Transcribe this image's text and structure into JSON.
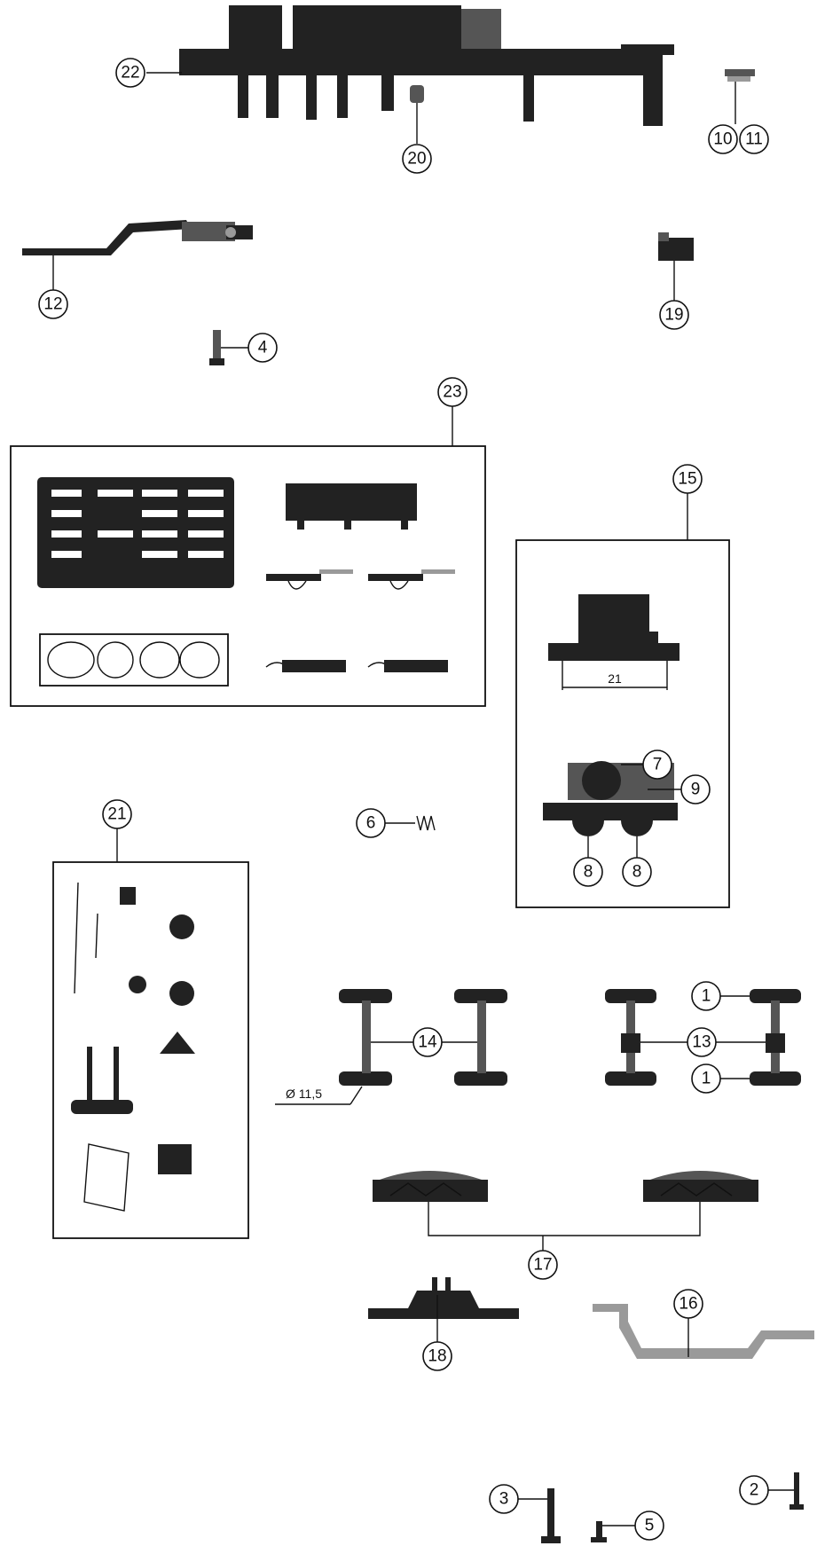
{
  "callouts": {
    "c1a": "1",
    "c1b": "1",
    "c2": "2",
    "c3": "3",
    "c4": "4",
    "c5": "5",
    "c6": "6",
    "c7": "7",
    "c8a": "8",
    "c8b": "8",
    "c9": "9",
    "c10": "10",
    "c11": "11",
    "c12": "12",
    "c13": "13",
    "c14": "14",
    "c15": "15",
    "c16": "16",
    "c17": "17",
    "c18": "18",
    "c19": "19",
    "c20": "20",
    "c21": "21",
    "c22": "22",
    "c23": "23"
  },
  "dimensions": {
    "gear_block_spacing": "21",
    "wheel_diameter": "Ø 11,5"
  },
  "colors": {
    "ink": "#111111",
    "part_dark": "#222222",
    "part_mid": "#555555",
    "part_light": "#9a9a9a"
  }
}
